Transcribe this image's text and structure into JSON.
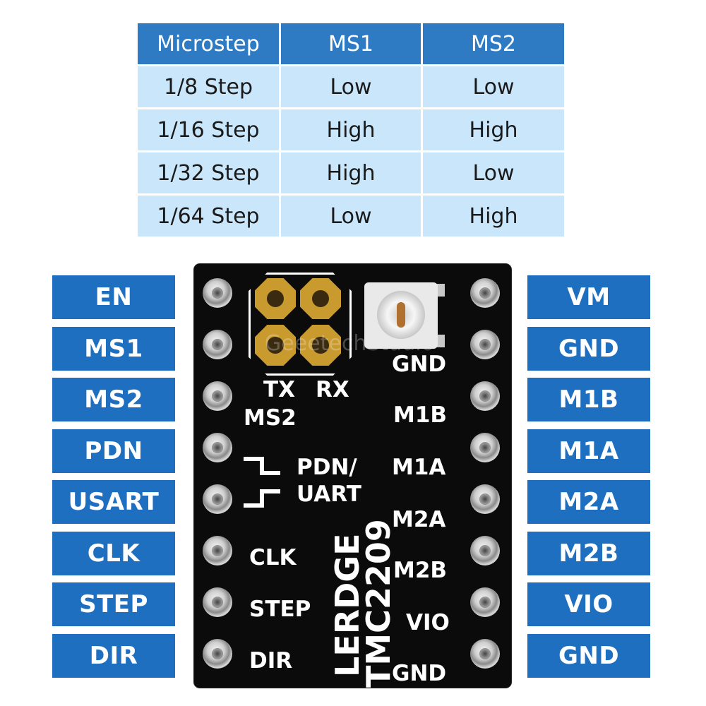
{
  "table": {
    "headers": [
      "Microstep",
      "MS1",
      "MS2"
    ],
    "rows": [
      [
        "1/8 Step",
        "Low",
        "Low"
      ],
      [
        "1/16 Step",
        "High",
        "High"
      ],
      [
        "1/32 Step",
        "High",
        "Low"
      ],
      [
        "1/64 Step",
        "Low",
        "High"
      ]
    ],
    "colors": {
      "header_bg": "#2e7bc4",
      "cell_bg": "#c9e6fa"
    }
  },
  "left_pins": [
    "EN",
    "MS1",
    "MS2",
    "PDN",
    "USART",
    "CLK",
    "STEP",
    "DIR"
  ],
  "right_pins": [
    "VM",
    "GND",
    "M1B",
    "M1A",
    "M2A",
    "M2B",
    "VIO",
    "GND"
  ],
  "pin_label_color": "#1f6fc1",
  "board": {
    "pad_labels": {
      "tx": "TX",
      "rx": "RX"
    },
    "left_silk": {
      "ms2": "MS2",
      "pdn_line1": "PDN/",
      "pdn_line2": "UART",
      "clk": "CLK",
      "step": "STEP",
      "dir": "DIR"
    },
    "right_silk": {
      "gnd_top": "GND",
      "m1b": "M1B",
      "m1a": "M1A",
      "m2a": "M2A",
      "m2b": "M2B",
      "vio": "VIO",
      "gnd_bottom": "GND"
    },
    "brand": "LERDGE",
    "chip": "TMC2209",
    "watermark": "GeeetechStudio"
  }
}
